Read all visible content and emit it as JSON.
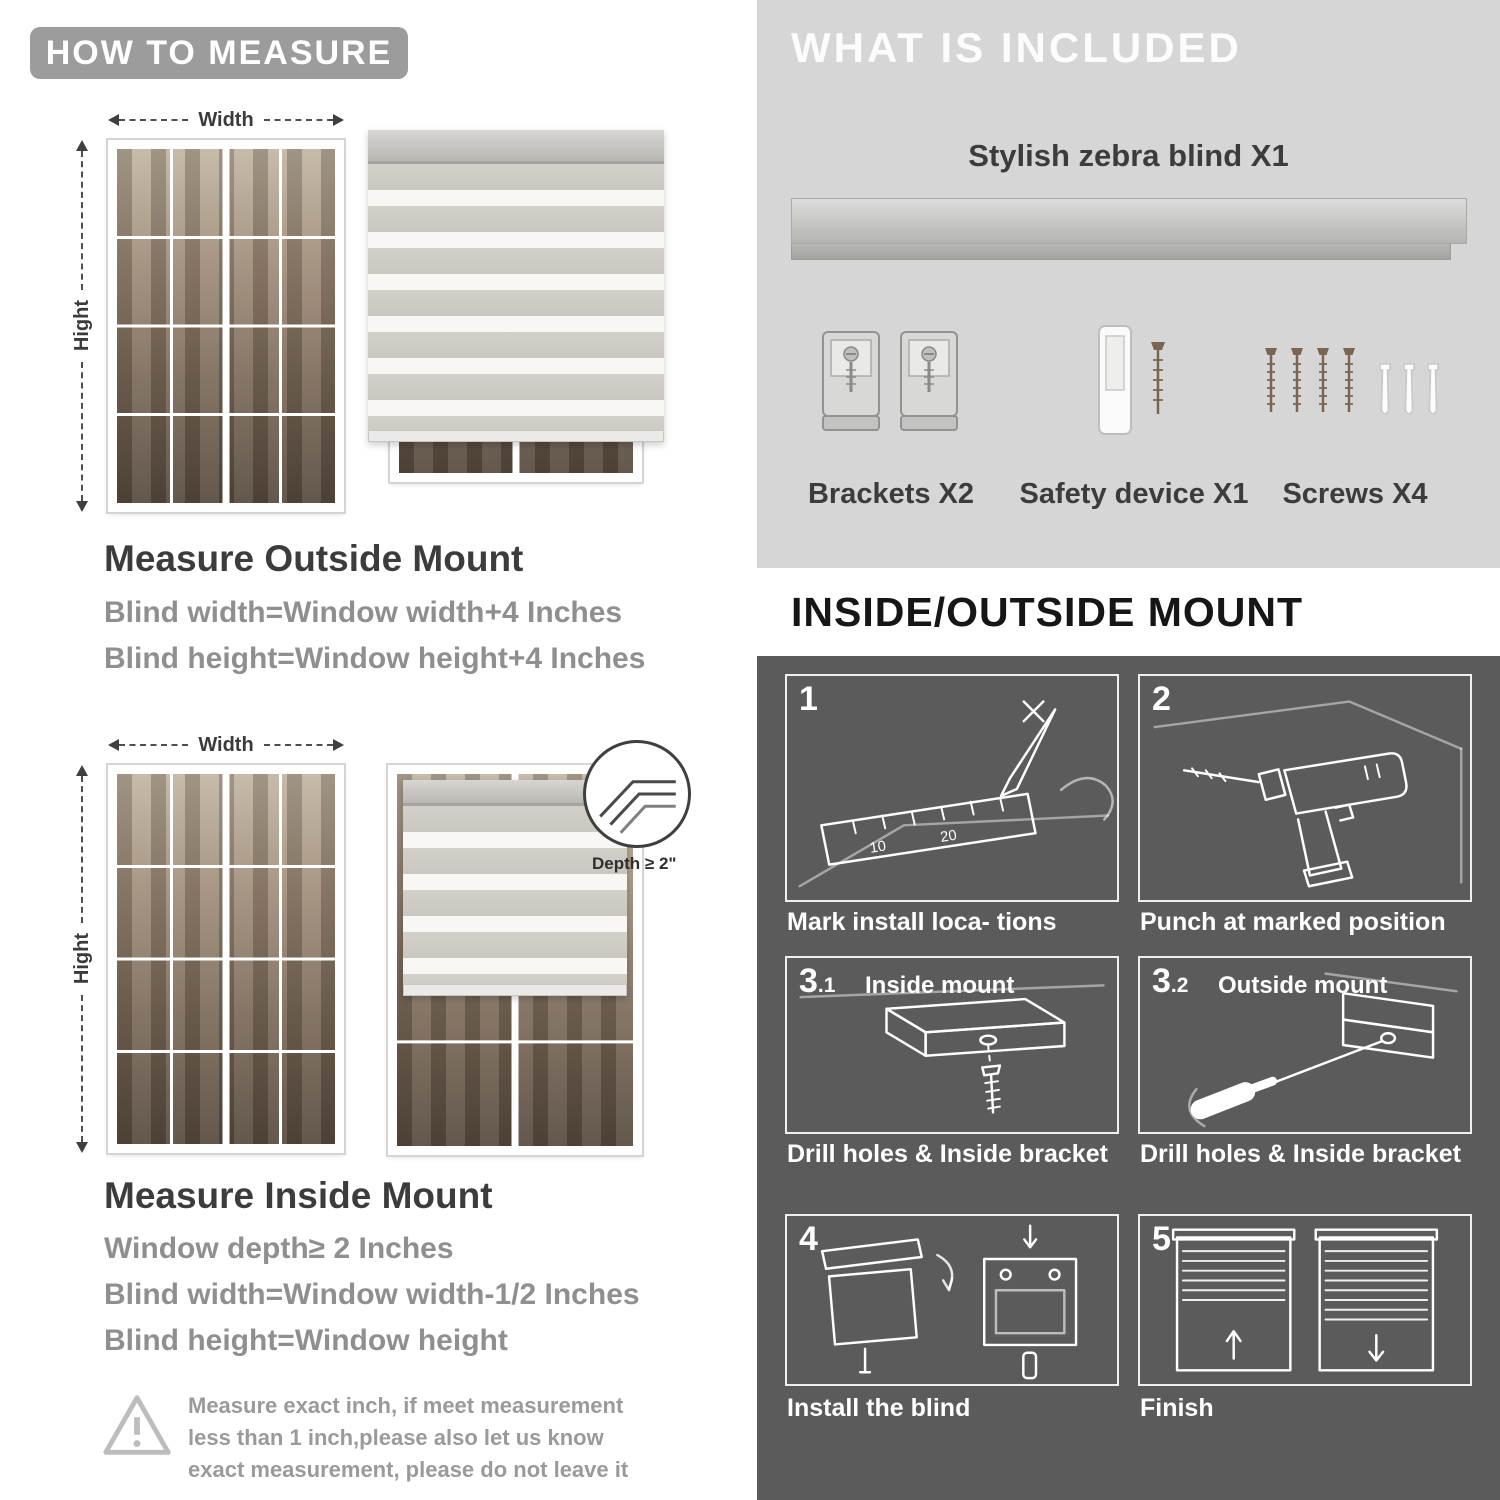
{
  "colors": {
    "badge-gray": "#9c9c9c",
    "panel-light": "#d6d6d6",
    "panel-dark": "#5b5b5b",
    "text-dark": "#3c3c3c",
    "text-gray": "#8f8f8f",
    "warn-gray": "#9a9a9a"
  },
  "left": {
    "header": "HOW TO MEASURE",
    "outside": {
      "width_label": "Width",
      "height_label": "Hight",
      "heading": "Measure Outside Mount",
      "line1": "Blind width=Window width+4 Inches",
      "line2": "Blind height=Window height+4 Inches"
    },
    "inside": {
      "width_label": "Width",
      "height_label": "Hight",
      "depth_label": "Depth ≥ 2\"",
      "heading": "Measure Inside Mount",
      "line1": "Window depth≥ 2 Inches",
      "line2": "Blind width=Window width-1/2 Inches",
      "line3": "Blind height=Window height"
    },
    "warning_text": "Measure exact inch, if meet measurement less than 1 inch,please also let us know exact measurement, please do not leave it"
  },
  "right": {
    "included": {
      "header": "WHAT IS INCLUDED",
      "product_label": "Stylish zebra blind X1",
      "items": [
        {
          "label": "Brackets X2"
        },
        {
          "label": "Safety device X1"
        },
        {
          "label": "Screws X4"
        }
      ]
    },
    "mount": {
      "header": "INSIDE/OUTSIDE MOUNT",
      "steps": [
        {
          "num": "1",
          "sub": "",
          "title": "",
          "caption": "Mark install loca- tions"
        },
        {
          "num": "2",
          "sub": "",
          "title": "",
          "caption": "Punch at  marked position"
        },
        {
          "num": "3",
          "sub": ".1",
          "title": "Inside mount",
          "caption": "Drill holes &  Inside bracket"
        },
        {
          "num": "3",
          "sub": ".2",
          "title": "Outside mount",
          "caption": "Drill holes &  Inside bracket"
        },
        {
          "num": "4",
          "sub": "",
          "title": "",
          "caption": "Install the blind"
        },
        {
          "num": "5",
          "sub": "",
          "title": "",
          "caption": "Finish"
        }
      ]
    }
  }
}
